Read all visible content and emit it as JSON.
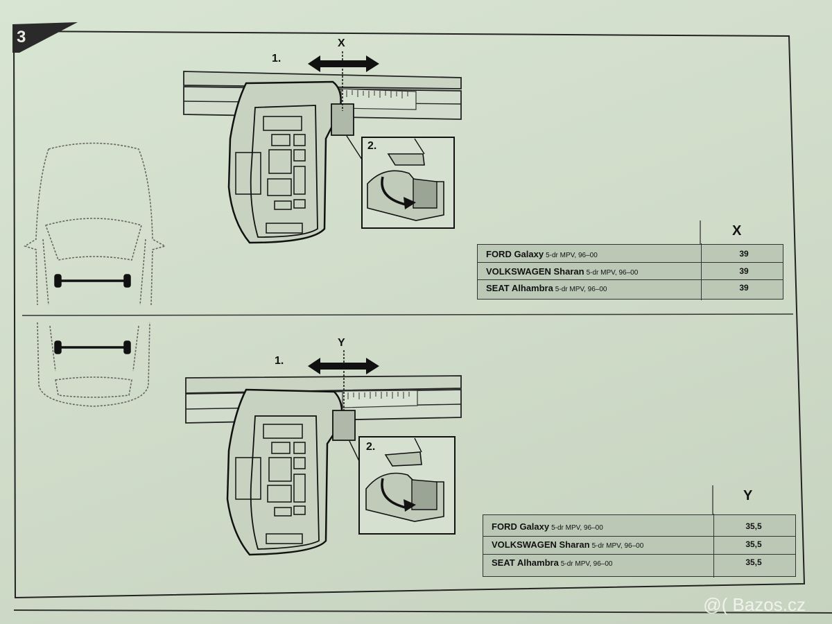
{
  "step_number": "3",
  "top_section": {
    "dimension_marker": "X",
    "step1_label": "1.",
    "step2_label": "2.",
    "table": {
      "column_header": "X",
      "rows": [
        {
          "model": "FORD Galaxy",
          "details": "5-dr MPV, 96–00",
          "value": "39"
        },
        {
          "model": "VOLKSWAGEN Sharan",
          "details": "5-dr MPV, 96–00",
          "value": "39"
        },
        {
          "model": "SEAT Alhambra",
          "details": "5-dr MPV, 96–00",
          "value": "39"
        }
      ]
    }
  },
  "bottom_section": {
    "dimension_marker": "Y",
    "step1_label": "1.",
    "step2_label": "2.",
    "table": {
      "column_header": "Y",
      "rows": [
        {
          "model": "FORD Galaxy",
          "details": "5-dr MPV, 96–00",
          "value": "35,5"
        },
        {
          "model": "VOLKSWAGEN Sharan",
          "details": "5-dr MPV, 96–00",
          "value": "35,5"
        },
        {
          "model": "SEAT Alhambra",
          "details": "5-dr MPV, 96–00",
          "value": "35,5"
        }
      ]
    }
  },
  "watermark": "@( Bazos.cz"
}
